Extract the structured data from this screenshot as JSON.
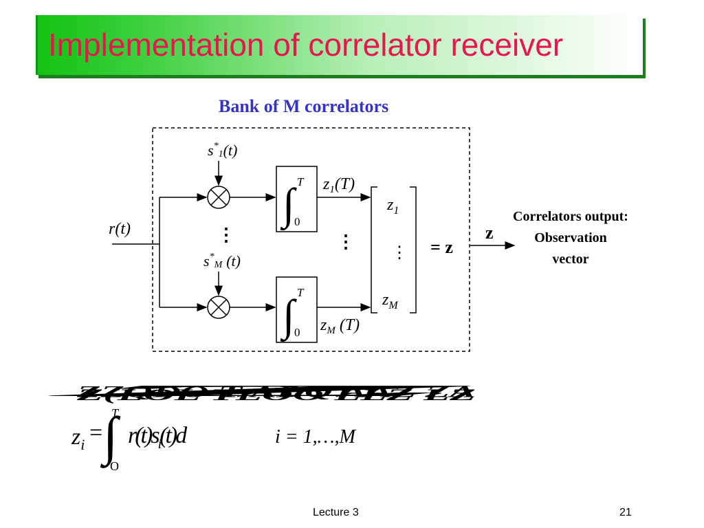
{
  "slide": {
    "title": "Implementation of correlator receiver",
    "subtitle": "Bank of M correlators",
    "note_lines": [
      "Correlators output:",
      "Observation",
      "vector"
    ],
    "footer": {
      "lecture": "Lecture 3",
      "page": "21"
    }
  },
  "diagram": {
    "input_r": "r",
    "input_t": "(t)",
    "s_top": "s",
    "s_top_star": "*",
    "s_top_sub": "1",
    "s_top_arg": "(t)",
    "s_bot": "s",
    "s_bot_star": "*",
    "s_bot_sub": "M",
    "s_bot_arg": "(t)",
    "int_upper": "T",
    "int_lower": "0",
    "z1_out": "z",
    "z1_out_sub": "1",
    "z1_out_arg": "(T)",
    "zM_out": "z",
    "zM_out_sub": "M",
    "zM_out_arg": "(T)",
    "vec_top": "z",
    "vec_top_sub": "1",
    "vec_bot": "z",
    "vec_bot_sub": "M",
    "equals_z": "= z",
    "output_z": "z"
  },
  "equation": {
    "garbled": "z",
    "lhs": "z",
    "lhs_sub": "i",
    "equals": "=",
    "upper": "T",
    "lower": "O",
    "integrand": "r(t)s",
    "integrand_sub": "i",
    "integrand_tail": "(t)d",
    "range": "i = 1,…,M"
  }
}
